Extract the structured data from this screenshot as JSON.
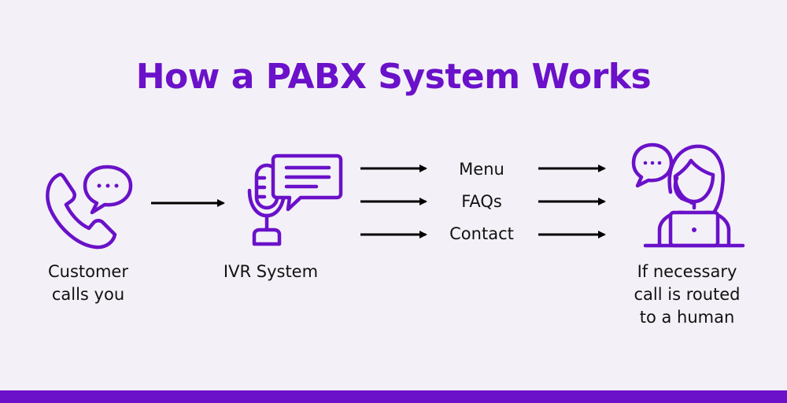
{
  "title": "How a PABX System Works",
  "colors": {
    "accent": "#6a11c9",
    "background": "#f3f1f7",
    "text": "#111111"
  },
  "steps": [
    {
      "label": "Customer\ncalls you",
      "icon": "phone-chat-icon"
    },
    {
      "label": "IVR System",
      "icon": "microphone-chat-icon"
    },
    {
      "label": "If necessary\ncall is routed\nto a human",
      "icon": "support-agent-icon"
    }
  ],
  "options": [
    "Menu",
    "FAQs",
    "Contact"
  ]
}
